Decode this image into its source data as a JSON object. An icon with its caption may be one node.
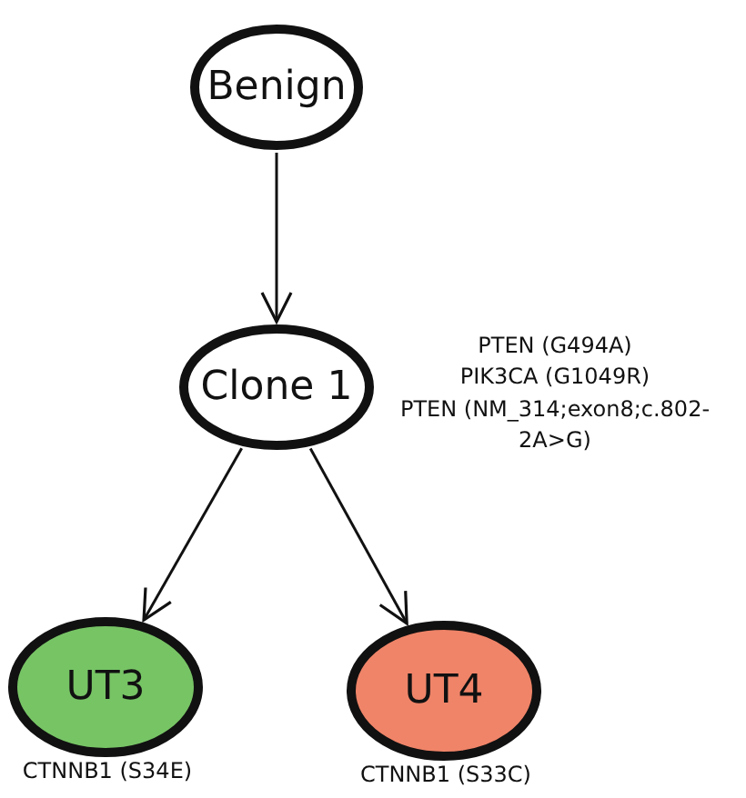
{
  "diagram": {
    "nodes": [
      {
        "text": [
          "Benign"
        ]
      },
      {
        "text": [
          "Clone 1"
        ],
        "beside": [
          "PTEN (G494A)",
          "PIK3CA (G1049R)",
          "PTEN (NM_314;exon8;c.802-2A>G)"
        ]
      },
      {
        "text": [
          "UT3"
        ],
        "beside": [
          "CTNNB1 (S34E)"
        ]
      },
      {
        "text": [
          "UT4"
        ],
        "beside": [
          "CTNNB1 (S33C)"
        ]
      }
    ],
    "edges": [
      {
        "from": 0,
        "to": 1,
        "arrow": "to"
      },
      {
        "from": 1,
        "to": 2,
        "arrow": "to"
      },
      {
        "from": 1,
        "to": 3,
        "arrow": "to"
      }
    ]
  }
}
